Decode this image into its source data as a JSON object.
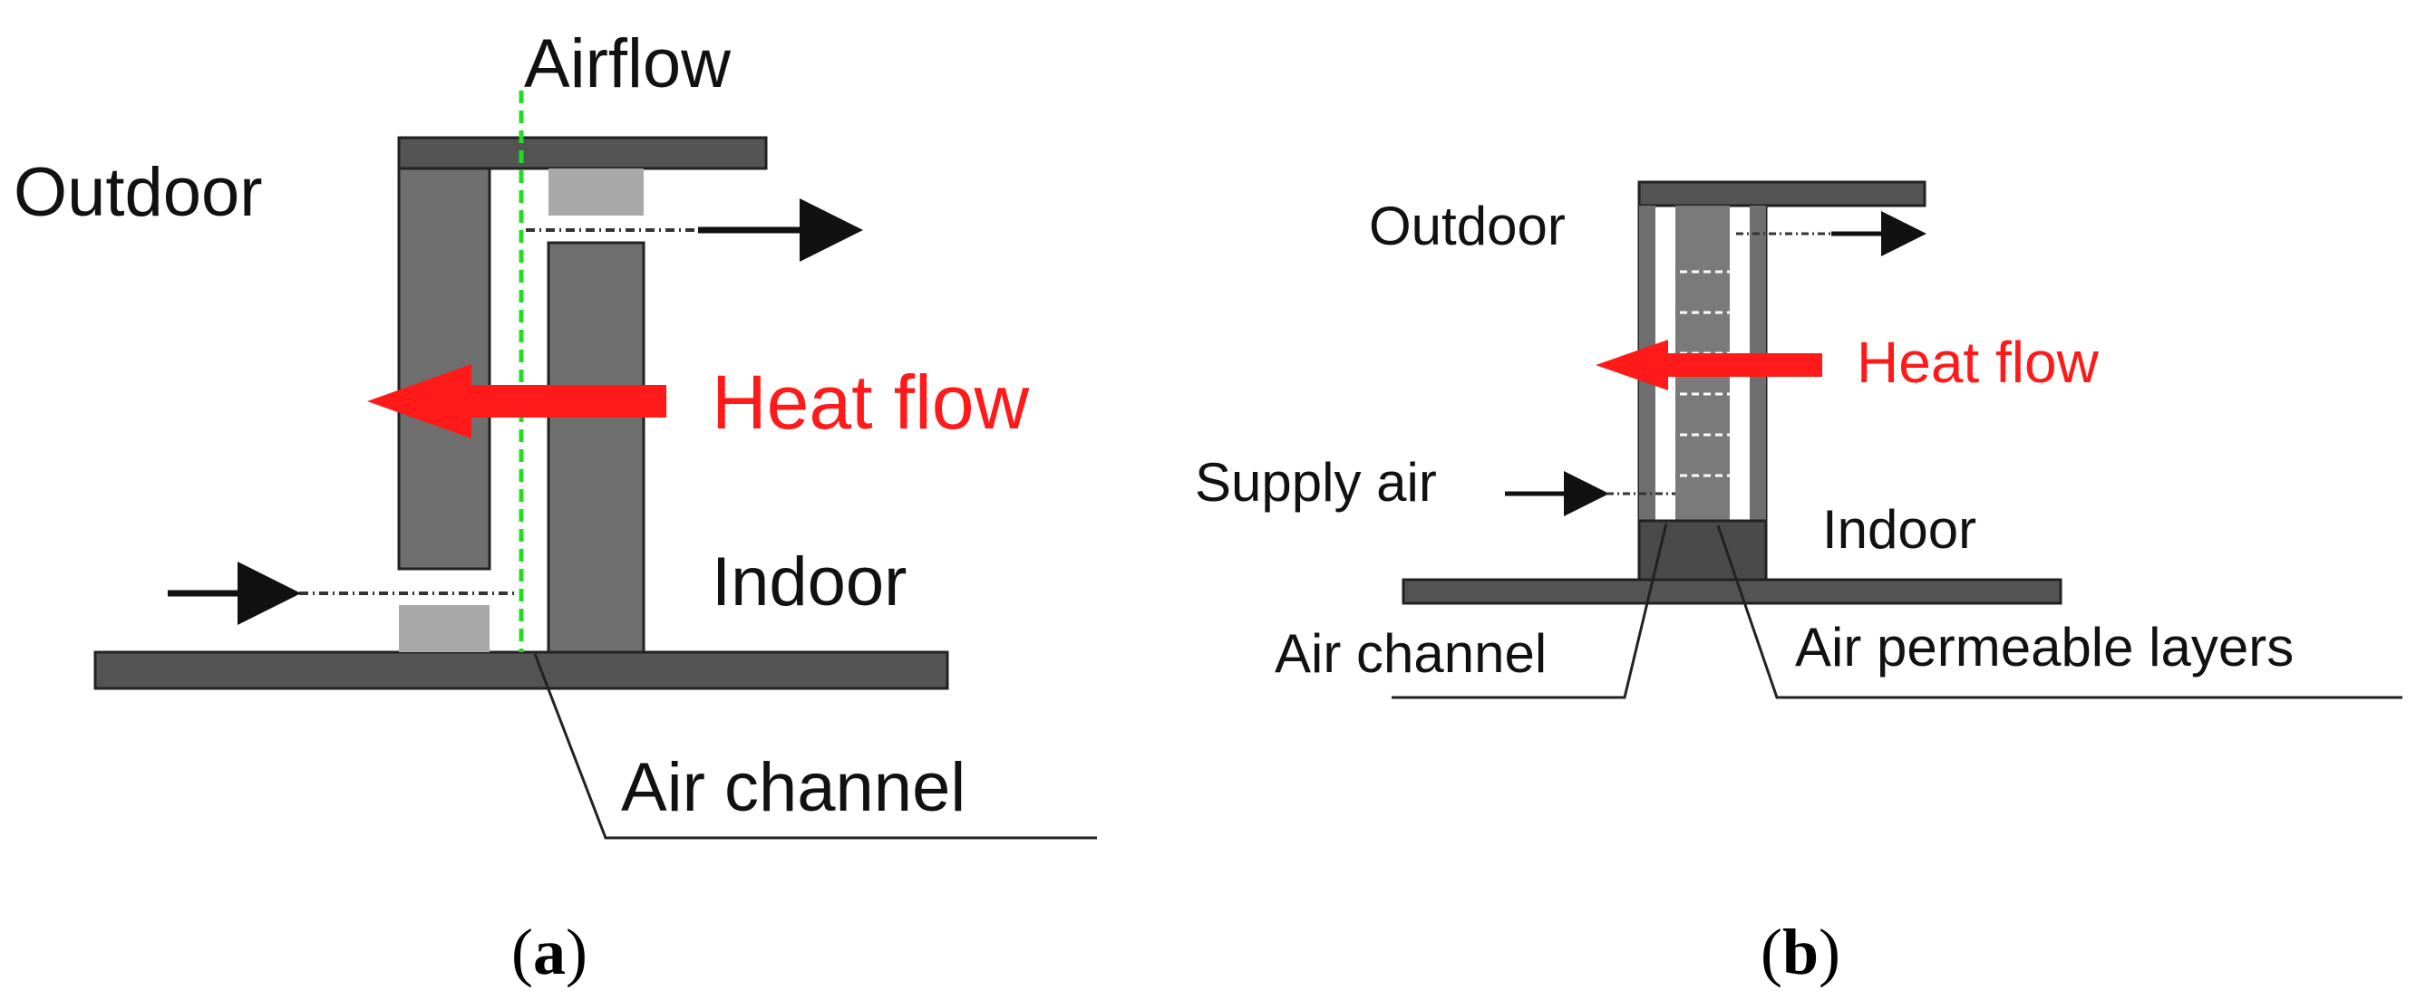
{
  "colors": {
    "wall": "#6f6f6f",
    "wall_light": "#a9a9a9",
    "slab": "#545454",
    "edge": "#222222",
    "heat": "#ff1a1a",
    "airflow_line": "#22dd22",
    "arrow": "#111111"
  },
  "panel_a": {
    "airflow_label": "Airflow",
    "outdoor_label": "Outdoor",
    "heat_flow_label": "Heat flow",
    "indoor_label": "Indoor",
    "air_channel_label": "Air channel",
    "caption_letter": "a"
  },
  "panel_b": {
    "outdoor_label": "Outdoor",
    "heat_flow_label": "Heat flow",
    "supply_air_label": "Supply air",
    "indoor_label": "Indoor",
    "air_channel_label": "Air channel",
    "air_permeable_label": "Air permeable layers",
    "caption_letter": "b"
  }
}
